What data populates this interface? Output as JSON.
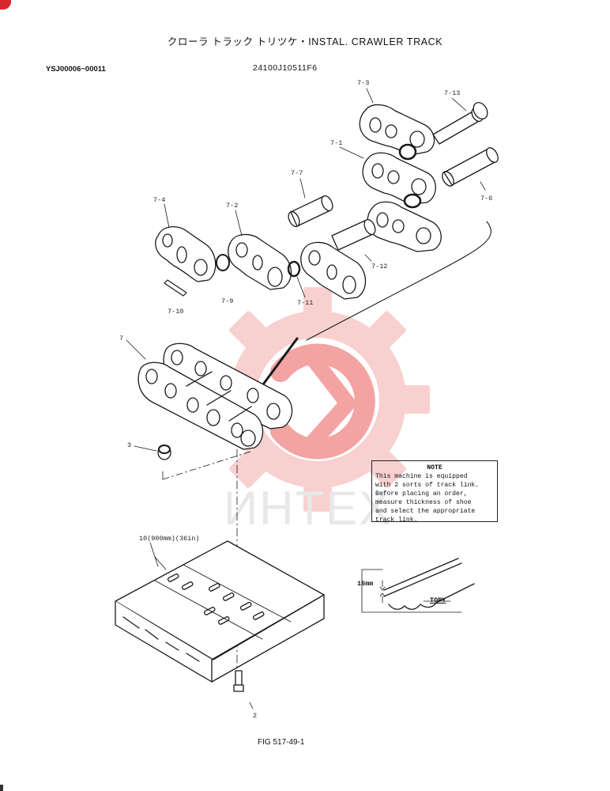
{
  "header": {
    "title": "クローラ トラック トリツケ・INSTAL. CRAWLER TRACK",
    "serial_range": "YSJ00006~00011",
    "part_number": "24100J10511F6"
  },
  "callouts": {
    "c73": "7-3",
    "c713": "7-13",
    "c71": "7-1",
    "c77": "7-7",
    "c76": "7-6",
    "c74": "7-4",
    "c72": "7-2",
    "c712": "7-12",
    "c79": "7-9",
    "c711": "7-11",
    "c710": "7-10",
    "c7": "7",
    "c3": "3",
    "c10": "10(900mm)(36in)",
    "c2": "2"
  },
  "note": {
    "heading": "NOTE",
    "lines": [
      "This machine is equipped",
      "with 2 sorts of track link.",
      "Before placing an order,",
      "measure thickness of shoe",
      "and select the appropriate",
      "track link."
    ]
  },
  "detail": {
    "thickness": "16mm",
    "brand": "TOPY"
  },
  "watermark": {
    "text": "ИНТЕХ",
    "color": "#f08080"
  },
  "footer": {
    "figure": "FIG 517-49-1"
  }
}
